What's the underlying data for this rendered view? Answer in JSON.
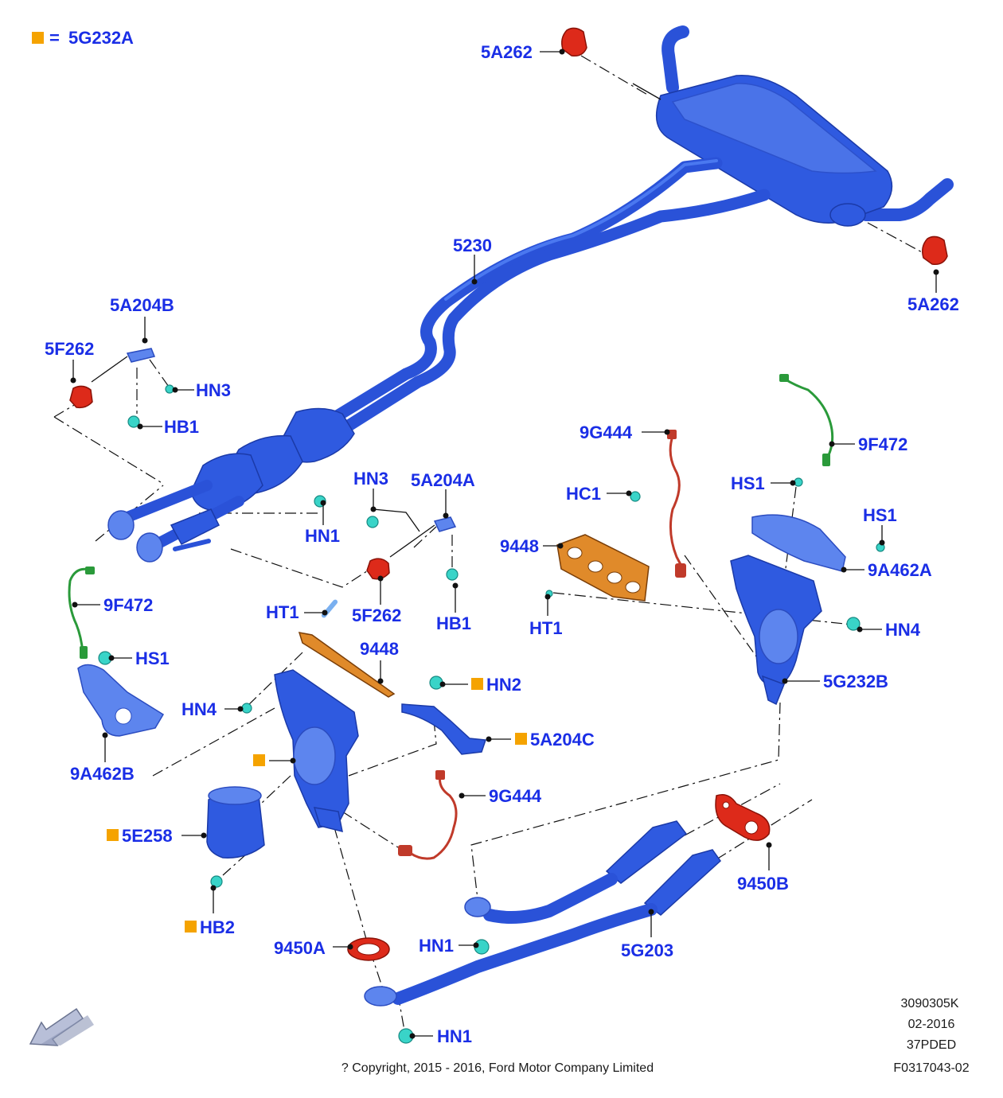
{
  "legend": {
    "symbol_text": "=",
    "code": "5G232A"
  },
  "labels": [
    {
      "id": "l-5a262-top",
      "text": "5A262"
    },
    {
      "id": "l-5a262-right",
      "text": "5A262"
    },
    {
      "id": "l-5230",
      "text": "5230"
    },
    {
      "id": "l-5a204b",
      "text": "5A204B"
    },
    {
      "id": "l-5f262-left",
      "text": "5F262"
    },
    {
      "id": "l-hn3-top",
      "text": "HN3"
    },
    {
      "id": "l-hb1-top",
      "text": "HB1"
    },
    {
      "id": "l-9g444-top",
      "text": "9G444"
    },
    {
      "id": "l-9f472-right",
      "text": "9F472"
    },
    {
      "id": "l-hs1-a",
      "text": "HS1"
    },
    {
      "id": "l-hc1",
      "text": "HC1"
    },
    {
      "id": "l-hs1-b",
      "text": "HS1"
    },
    {
      "id": "l-hn3-mid",
      "text": "HN3"
    },
    {
      "id": "l-5a204a",
      "text": "5A204A"
    },
    {
      "id": "l-hn1-mid",
      "text": "HN1"
    },
    {
      "id": "l-9448-right",
      "text": "9448"
    },
    {
      "id": "l-9a462a",
      "text": "9A462A"
    },
    {
      "id": "l-9f472-left",
      "text": "9F472"
    },
    {
      "id": "l-ht1-left",
      "text": "HT1"
    },
    {
      "id": "l-5f262-mid",
      "text": "5F262"
    },
    {
      "id": "l-hb1-mid",
      "text": "HB1"
    },
    {
      "id": "l-ht1-right",
      "text": "HT1"
    },
    {
      "id": "l-hn4-right",
      "text": "HN4"
    },
    {
      "id": "l-hs1-left",
      "text": "HS1"
    },
    {
      "id": "l-9448-mid",
      "text": "9448"
    },
    {
      "id": "l-5g232b",
      "text": "5G232B"
    },
    {
      "id": "l-hn2",
      "text": "HN2"
    },
    {
      "id": "l-hn4-left",
      "text": "HN4"
    },
    {
      "id": "l-5a204c",
      "text": "5A204C"
    },
    {
      "id": "l-9a462b",
      "text": "9A462B"
    },
    {
      "id": "l-9g444-mid",
      "text": "9G444"
    },
    {
      "id": "l-5e258",
      "text": "5E258"
    },
    {
      "id": "l-9450b",
      "text": "9450B"
    },
    {
      "id": "l-hb2",
      "text": "HB2"
    },
    {
      "id": "l-9450a",
      "text": "9450A"
    },
    {
      "id": "l-hn1-low",
      "text": "HN1"
    },
    {
      "id": "l-5g203",
      "text": "5G203"
    },
    {
      "id": "l-hn1-bottom",
      "text": "HN1"
    }
  ],
  "footer": {
    "ref_number": "3090305K",
    "date": "02-2016",
    "model_code": "37PDED",
    "figure_id": "F0317043-02",
    "copyright": "? Copyright, 2015 - 2016, Ford Motor Company Limited"
  },
  "icons": {
    "direction": "arrow-down-left-icon",
    "legend_marker": "orange-square-icon"
  },
  "colors": {
    "label": "#1a2ee6",
    "part_blue": "#2f5ae0",
    "rubber_red": "#dd2a1a",
    "gasket_orange": "#e08a2a",
    "fastener_cyan": "#39d4c8",
    "marker_orange": "#f5a300"
  }
}
